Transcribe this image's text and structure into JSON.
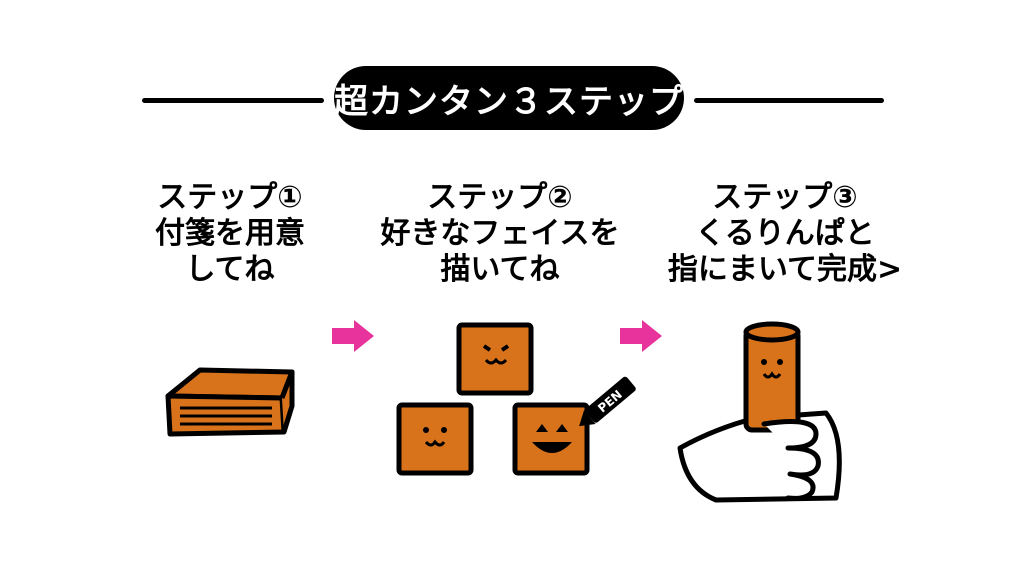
{
  "title": "超カンタン３ステップ",
  "steps": [
    {
      "heading": "ステップ①",
      "line1": "付箋を用意",
      "line2": "してね"
    },
    {
      "heading": "ステップ②",
      "line1": "好きなフェイスを",
      "line2": "描いてね"
    },
    {
      "heading": "ステップ③",
      "line1": "くるりんぱと",
      "line2": "指にまいて完成>"
    }
  ],
  "pen_label": "PEN",
  "colors": {
    "orange": "#d8731c",
    "arrow": "#e8339c",
    "ink": "#000000"
  }
}
